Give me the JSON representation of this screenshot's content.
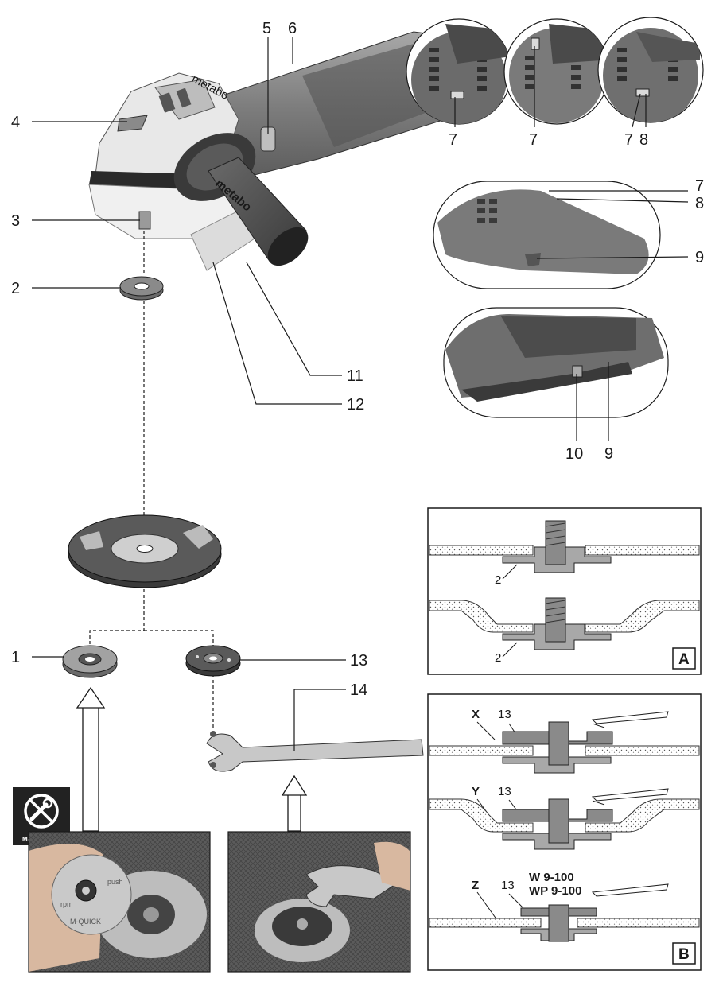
{
  "callouts": {
    "c1": "1",
    "c2": "2",
    "c3": "3",
    "c4": "4",
    "c5": "5",
    "c6": "6",
    "c7a": "7",
    "c7b": "7",
    "c7c": "7",
    "c8a": "8",
    "c7d": "7",
    "c8b": "8",
    "c9a": "9",
    "c10": "10",
    "c9b": "9",
    "c11": "11",
    "c12": "12",
    "c13": "13",
    "c14": "14"
  },
  "handle_brand": "metabo",
  "body_brand": "metabo",
  "panel_a": {
    "letter": "A",
    "label_top": "2",
    "label_bottom": "2"
  },
  "panel_b": {
    "letter": "B",
    "x_tag": "X",
    "y_tag": "Y",
    "z_tag": "Z",
    "x_num": "13",
    "y_num": "13",
    "z_num": "13",
    "model1": "W 9-100",
    "model2": "WP 9-100"
  },
  "mquick": {
    "label": "M-QUICK",
    "disc_text": "M-QUICK",
    "push": "push",
    "rpm": "rpm"
  },
  "colors": {
    "line": "#1a1a1a",
    "tool": "#8c8c8c",
    "tool_dark": "#4a4a4a",
    "guard": "#d9d9d9"
  },
  "icons": [
    "no-tool-icon"
  ]
}
